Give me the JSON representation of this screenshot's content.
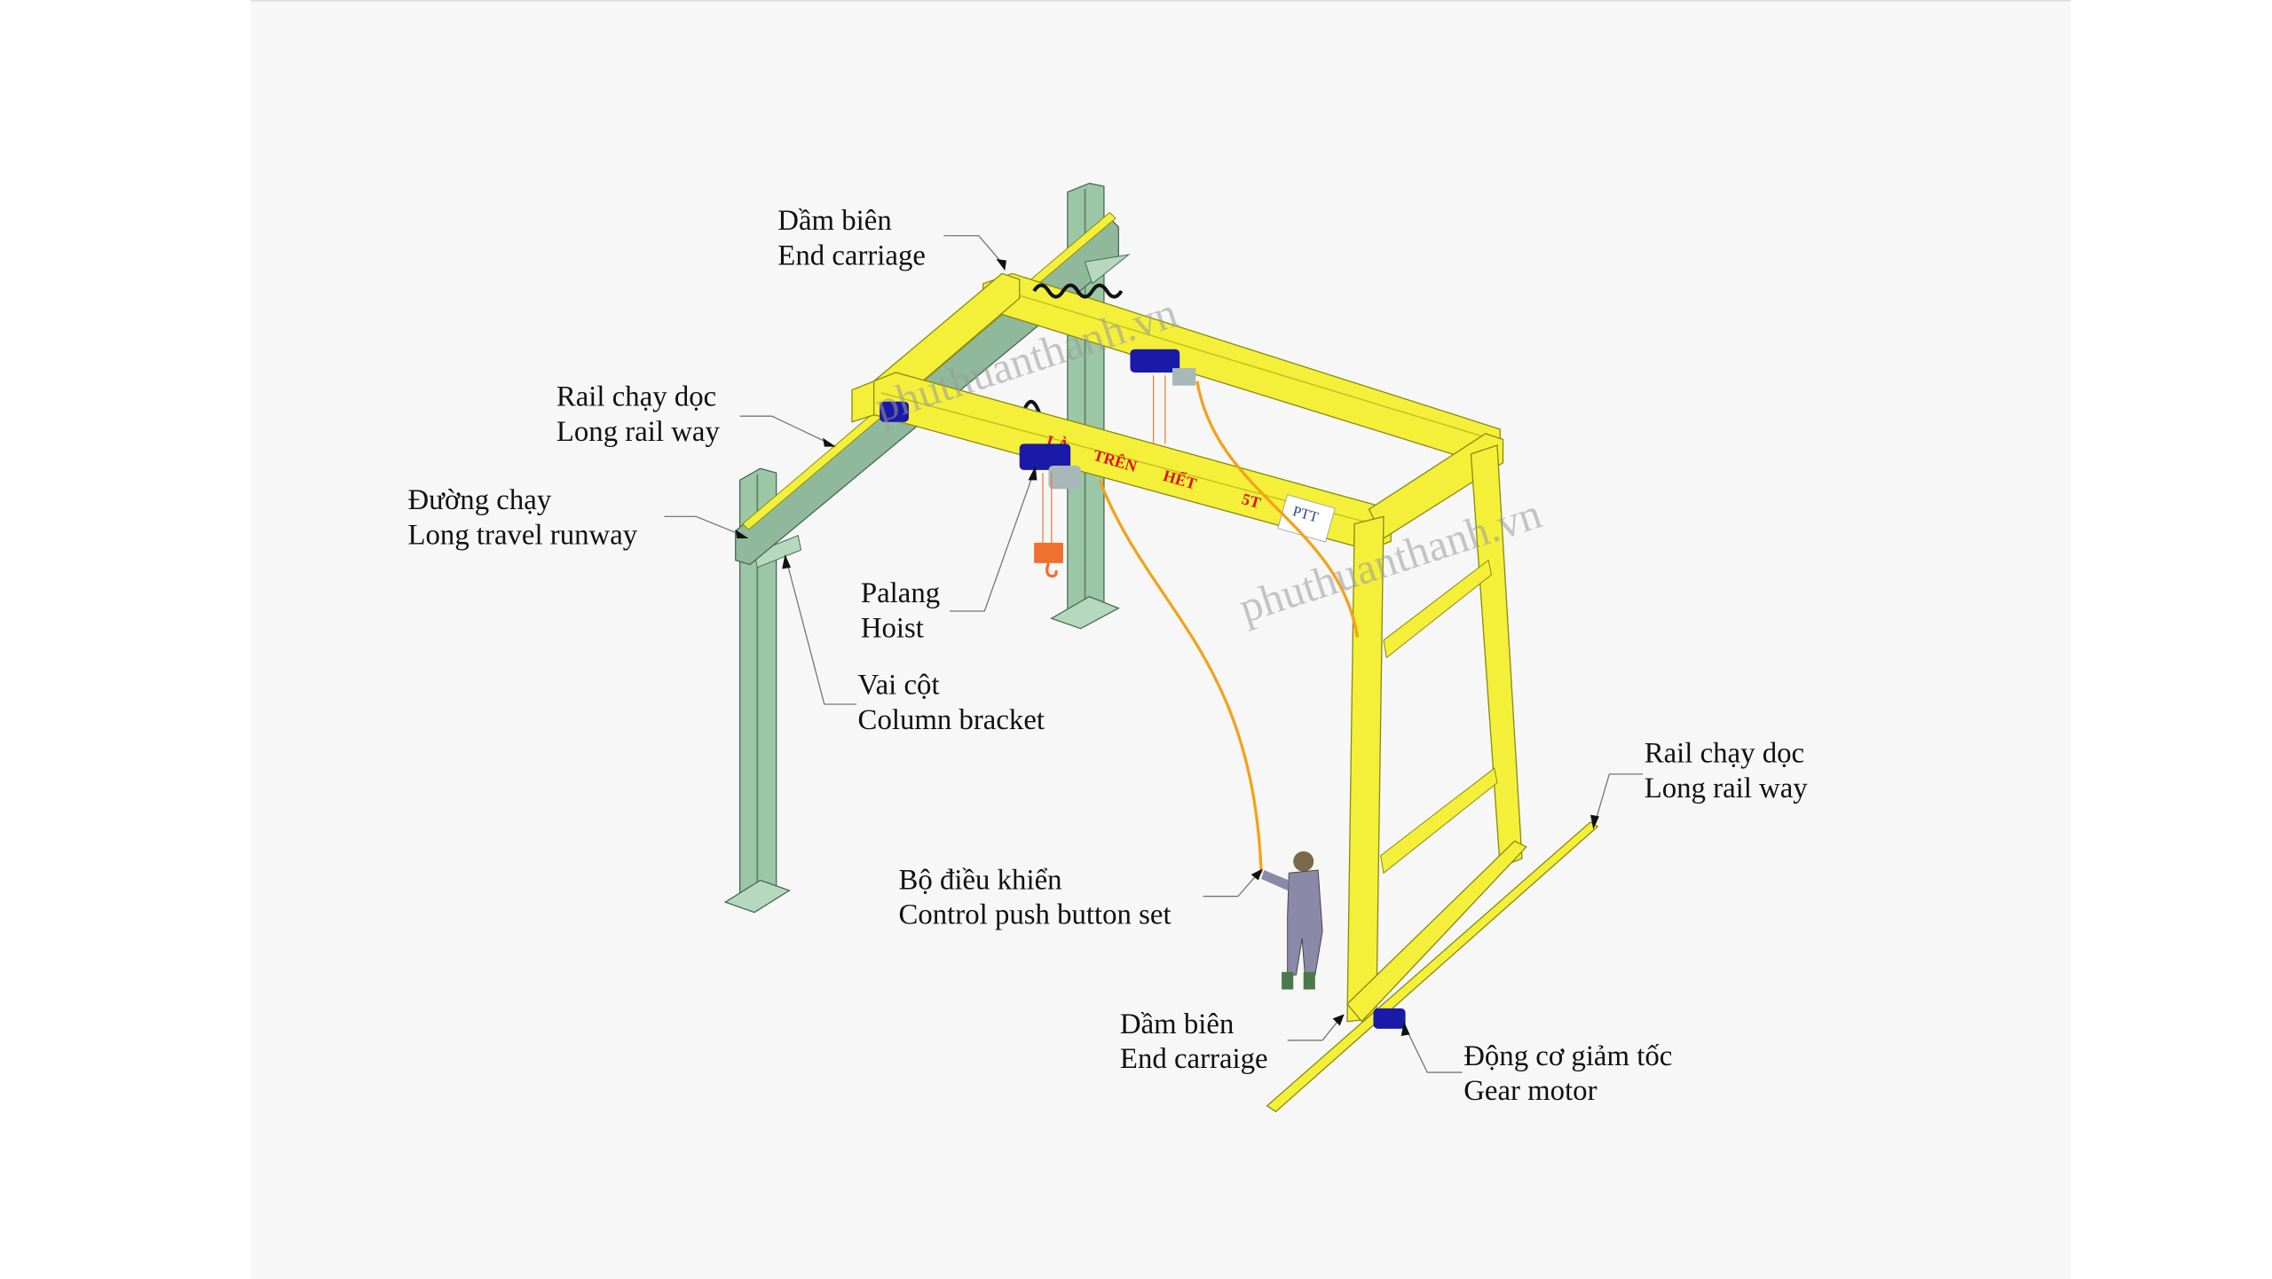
{
  "labels": {
    "end_carriage_top": {
      "vi": "Dầm biên",
      "en": "End carriage"
    },
    "rail_left": {
      "vi": "Rail chạy dọc",
      "en": "Long rail way"
    },
    "runway": {
      "vi": "Đường chạy",
      "en": "Long travel runway"
    },
    "hoist": {
      "vi": "Palang",
      "en": "Hoist"
    },
    "column_bracket": {
      "vi": "Vai cột",
      "en": "Column bracket"
    },
    "rail_right": {
      "vi": "Rail chạy dọc",
      "en": "Long rail way"
    },
    "control": {
      "vi": "Bộ điều khiển",
      "en": "Control push button set"
    },
    "end_carriage_bottom": {
      "vi": "Dầm biên",
      "en": "End carraige"
    },
    "gear_motor": {
      "vi": "Động cơ giảm tốc",
      "en": "Gear motor"
    }
  },
  "beam_text": [
    "LÀ",
    "TRÊN",
    "HẾT",
    "5T"
  ],
  "logo": "PTT",
  "watermark": "phuthuanthanh.vn",
  "colors": {
    "steel_yellow": "#f4f03a",
    "column_green": "#9cc7a6",
    "hoist_blue": "#1a1aa8",
    "cable_orange": "#f2a21a",
    "hook_orange": "#f07030"
  }
}
